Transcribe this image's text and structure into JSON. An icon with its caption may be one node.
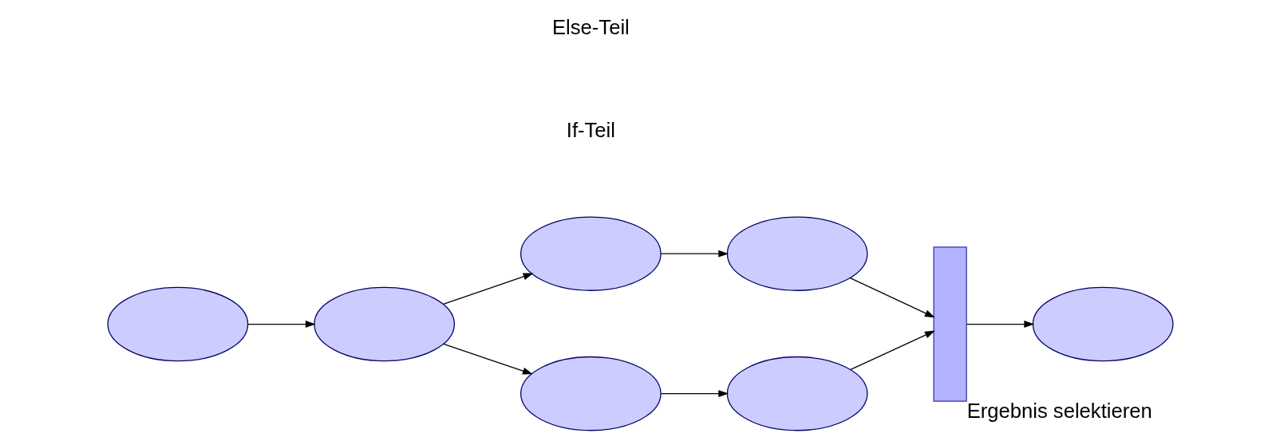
{
  "diagram": {
    "nodes": [
      {
        "text": [],
        "shape": "ellipse"
      },
      {
        "text": [],
        "shape": "ellipse"
      },
      {
        "text": [],
        "shape": "ellipse"
      },
      {
        "text": [],
        "shape": "ellipse"
      },
      {
        "text": [],
        "shape": "ellipse"
      },
      {
        "text": [],
        "shape": "ellipse"
      },
      {
        "text": [],
        "shape": "bar",
        "beside": [
          "Ergebnis selektieren"
        ]
      },
      {
        "text": [],
        "shape": "ellipse"
      }
    ],
    "edges": [
      {
        "from": 0,
        "to": 1,
        "arrow": "to"
      },
      {
        "from": 1,
        "to": 2,
        "arrow": "to"
      },
      {
        "from": 1,
        "to": 3,
        "arrow": "to"
      },
      {
        "from": 2,
        "to": 4,
        "arrow": "to"
      },
      {
        "from": 3,
        "to": 5,
        "arrow": "to"
      },
      {
        "from": 4,
        "to": 6,
        "arrow": "to"
      },
      {
        "from": 5,
        "to": 6,
        "arrow": "to"
      },
      {
        "from": 6,
        "to": 7,
        "arrow": "to"
      }
    ],
    "labels": [
      "If-Teil",
      "Else-Teil"
    ]
  }
}
